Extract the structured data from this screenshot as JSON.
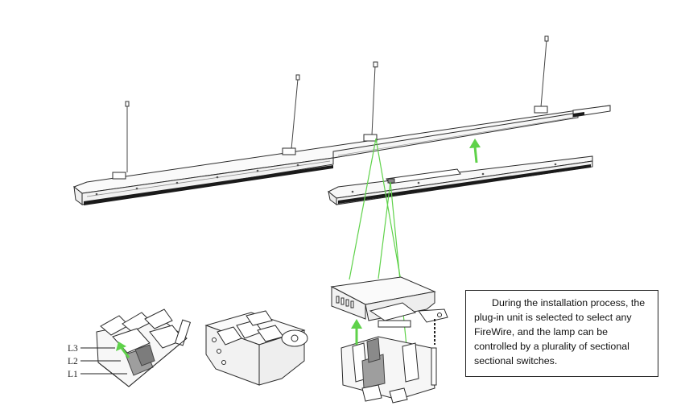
{
  "colors": {
    "line": "#2b2b2b",
    "light_line": "#777777",
    "fill": "#f3f3f3",
    "diffuser": "#1a1a1a",
    "arrow": "#5fd24a",
    "connector": "#9e9e9e"
  },
  "phase_labels": [
    "L3",
    "L2",
    "L1"
  ],
  "callout": {
    "text": "During the installation process, the plug-in unit is selected to select any FireWire, and the lamp can be controlled by a plurality of sectional sectional switches."
  }
}
